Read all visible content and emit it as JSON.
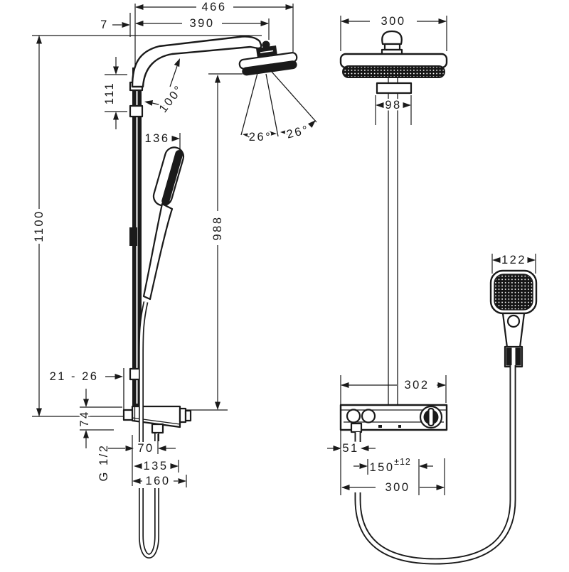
{
  "colors": {
    "line": "#1a1a1a",
    "background": "#ffffff"
  },
  "dims_side": {
    "total_reach": "466",
    "arm_projection": "390",
    "wall_gap": "7",
    "bar_top_offset": "111",
    "arm_angle": "100°",
    "holder_offset": "136",
    "total_height": "1100",
    "head_to_shelf": "988",
    "spray_angle_left": "26°",
    "spray_angle_right": "26°",
    "wall_adjust": "21 - 26",
    "valve_height": "74",
    "thread": "G 1/2",
    "outlet_offset": "70",
    "valve_length": "135",
    "valve_total_length": "160"
  },
  "dims_front": {
    "head_width": "300",
    "bracket_width": "98",
    "handshower_width": "122",
    "shelf_width": "302",
    "outlet_side_offset": "51",
    "supply_spacing": "150",
    "supply_tolerance": "±12",
    "valve_width": "300"
  }
}
